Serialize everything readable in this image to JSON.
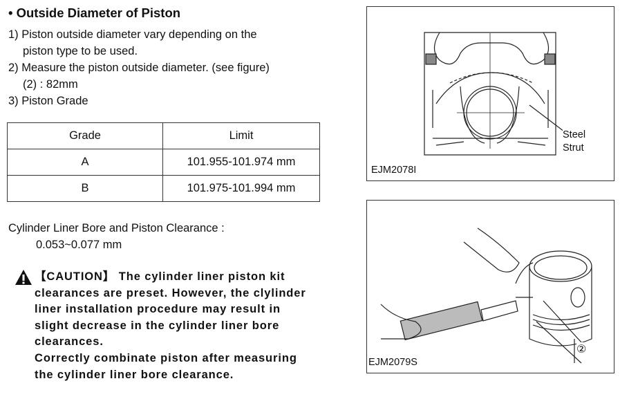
{
  "heading": "• Outside Diameter of Piston",
  "steps": [
    {
      "line1": "1) Piston outside diameter vary depending on the",
      "line2": "piston type to be used."
    },
    {
      "line1": "2) Measure the piston outside diameter. (see figure)",
      "line2": "(2) : 82mm"
    },
    {
      "line1": "3) Piston Grade"
    }
  ],
  "table": {
    "headers": [
      "Grade",
      "Limit"
    ],
    "rows": [
      [
        "A",
        "101.955-101.974 mm"
      ],
      [
        "B",
        "101.975-101.994 mm"
      ]
    ]
  },
  "clearance": {
    "label": "Cylinder Liner Bore and Piston Clearance :",
    "value": "0.053~0.077 mm"
  },
  "caution": {
    "tag": "【CAUTION】",
    "lines": [
      "The cylinder liner piston kit",
      "clearances are preset. However, the clylinder",
      "liner installation procedure may result in",
      "slight decrease in the cylinder liner bore",
      "clearances.",
      "Correctly combinate piston after measuring",
      "the cylinder liner bore clearance."
    ]
  },
  "figures": [
    {
      "caption": "EJM2078I",
      "label1": "Steel",
      "label2": "Strut"
    },
    {
      "caption": "EJM2079S",
      "marker": "②"
    }
  ]
}
